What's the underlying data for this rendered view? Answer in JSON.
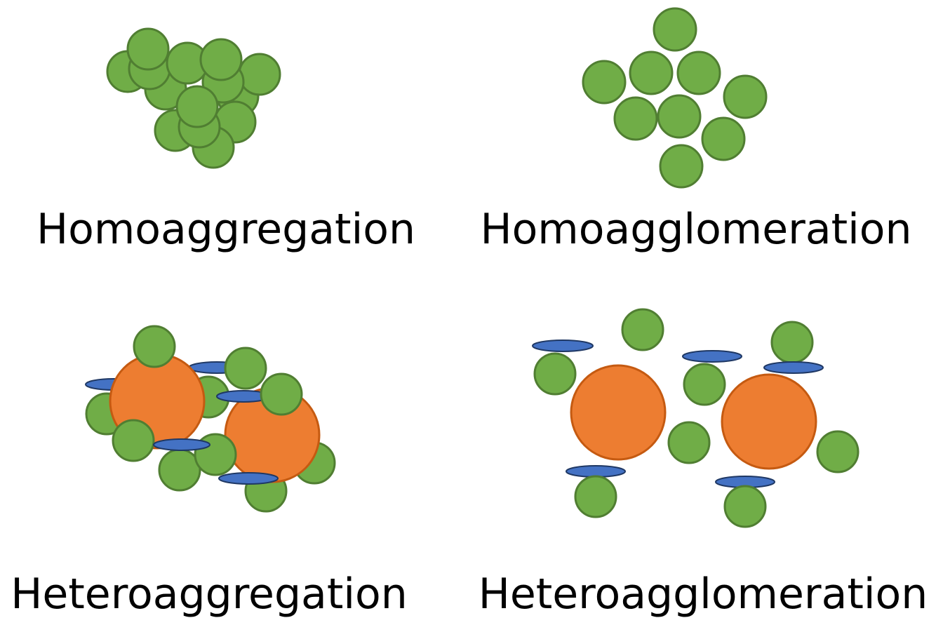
{
  "colors": {
    "small_particle_fill": "#70AD47",
    "small_particle_stroke": "#507E32",
    "large_particle_fill": "#ED7D31",
    "large_particle_stroke": "#C55A11",
    "platelet_fill": "#4472C4",
    "platelet_stroke": "#1F3864",
    "label_text": "#000000",
    "background": "#FFFFFF"
  },
  "panels": [
    {
      "id": "homoaggregation",
      "label": "Homoaggregation"
    },
    {
      "id": "homoagglomeration",
      "label": "Homoagglomeration"
    },
    {
      "id": "heteroaggregation",
      "label": "Heteroaggregation"
    },
    {
      "id": "heteroagglomeration",
      "label": "Heteroagglomeration"
    }
  ]
}
